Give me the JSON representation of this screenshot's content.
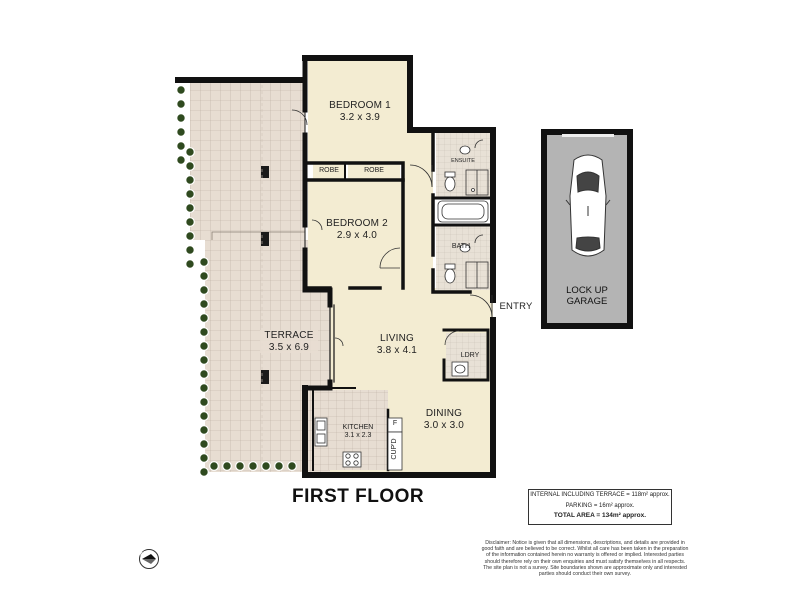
{
  "title": "FIRST FLOOR",
  "rooms": {
    "bedroom1": {
      "name": "BEDROOM 1",
      "size": "3.2 x 3.9"
    },
    "bedroom2": {
      "name": "BEDROOM 2",
      "size": "2.9 x 4.0"
    },
    "robe1": "ROBE",
    "robe2": "ROBE",
    "ensuite": "ENSUITE",
    "bath": "BATH",
    "terrace": {
      "name": "TERRACE",
      "size": "3.5 x 6.9"
    },
    "living": {
      "name": "LIVING",
      "size": "3.8 x 4.1"
    },
    "dining": {
      "name": "DINING",
      "size": "3.0 x 3.0"
    },
    "kitchen": {
      "name": "KITCHEN",
      "size": "3.1 x 2.3"
    },
    "laundry": "LDRY",
    "fridge": "F",
    "cupboard": "CUP'D",
    "entry": "ENTRY"
  },
  "garage": {
    "line1": "LOCK UP",
    "line2": "GARAGE"
  },
  "areas": {
    "internal": "INTERNAL INCLUDING TERRACE = 118m² approx.",
    "parking": "PARKING = 16m²  approx.",
    "total": "TOTAL AREA = 134m²  approx."
  },
  "disclaimer": "Disclaimer: Notice is given that all dimensions, descriptions, and details are provided in good faith and are believed to be correct. Whilst all care has been taken in the preparation of the information contained herein no warranty is offered or implied. Interested parties should therefore rely on their own enquiries and must satisfy themselves in all respects. The site plan is not a survey. Site boundaries shown are approximate only and interested parties should conduct their own survey.",
  "compass_letter": "N",
  "colors": {
    "floor": "#f3ecd2",
    "terrace": "#e6ddd3",
    "wall": "#111111",
    "hedge": "#2f4a1f",
    "garage": "#9a9a9a"
  }
}
